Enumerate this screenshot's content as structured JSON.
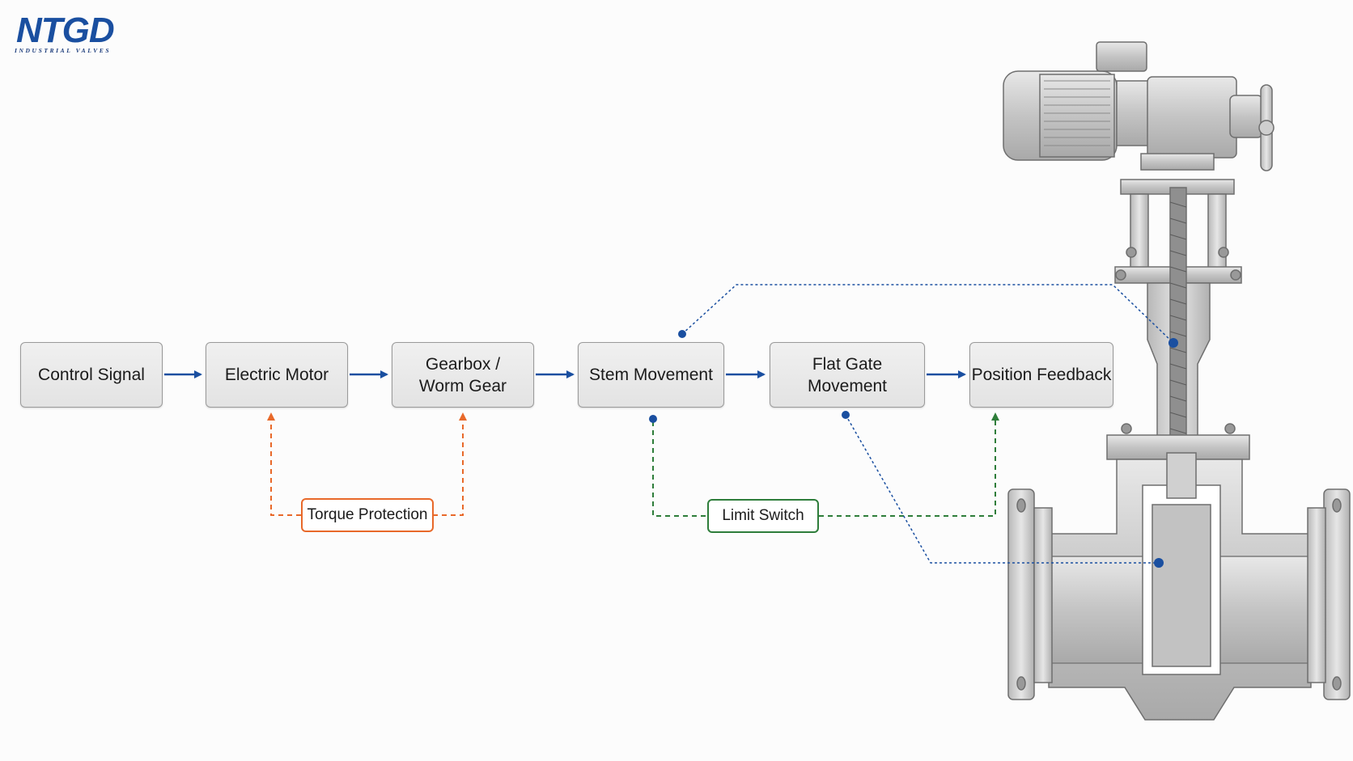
{
  "logo": {
    "text": "NTGD",
    "subtitle": "INDUSTRIAL VALVES",
    "color": "#1a4fa0"
  },
  "flow": {
    "nodes": [
      {
        "id": "control-signal",
        "lines": [
          "Control Signal"
        ]
      },
      {
        "id": "electric-motor",
        "lines": [
          "Electric Motor"
        ]
      },
      {
        "id": "gearbox",
        "lines": [
          "Gearbox /",
          "Worm Gear"
        ]
      },
      {
        "id": "stem-movement",
        "lines": [
          "Stem Movement"
        ]
      },
      {
        "id": "flat-gate-movement",
        "lines": [
          "Flat Gate Movement"
        ]
      },
      {
        "id": "position-feedback",
        "lines": [
          "Position Feedback"
        ]
      }
    ],
    "feedback_tags": {
      "torque": "Torque Protection",
      "limit": "Limit Switch"
    }
  },
  "colors": {
    "flow_arrow": "#1a4fa0",
    "torque_loop": "#e8692a",
    "limit_loop": "#2e7d3a",
    "leader_line": "#1a4fa0",
    "valve_body": "#c9c9c9"
  }
}
